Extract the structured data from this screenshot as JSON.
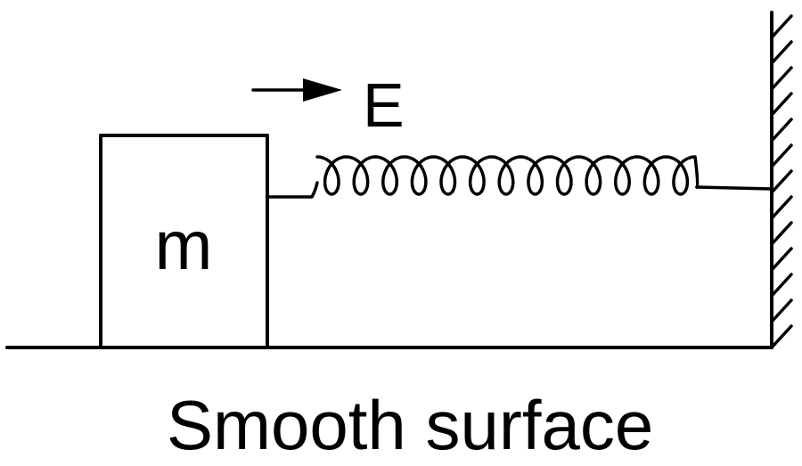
{
  "block_label": "m",
  "field_label": "E",
  "surface_label": "Smooth surface"
}
